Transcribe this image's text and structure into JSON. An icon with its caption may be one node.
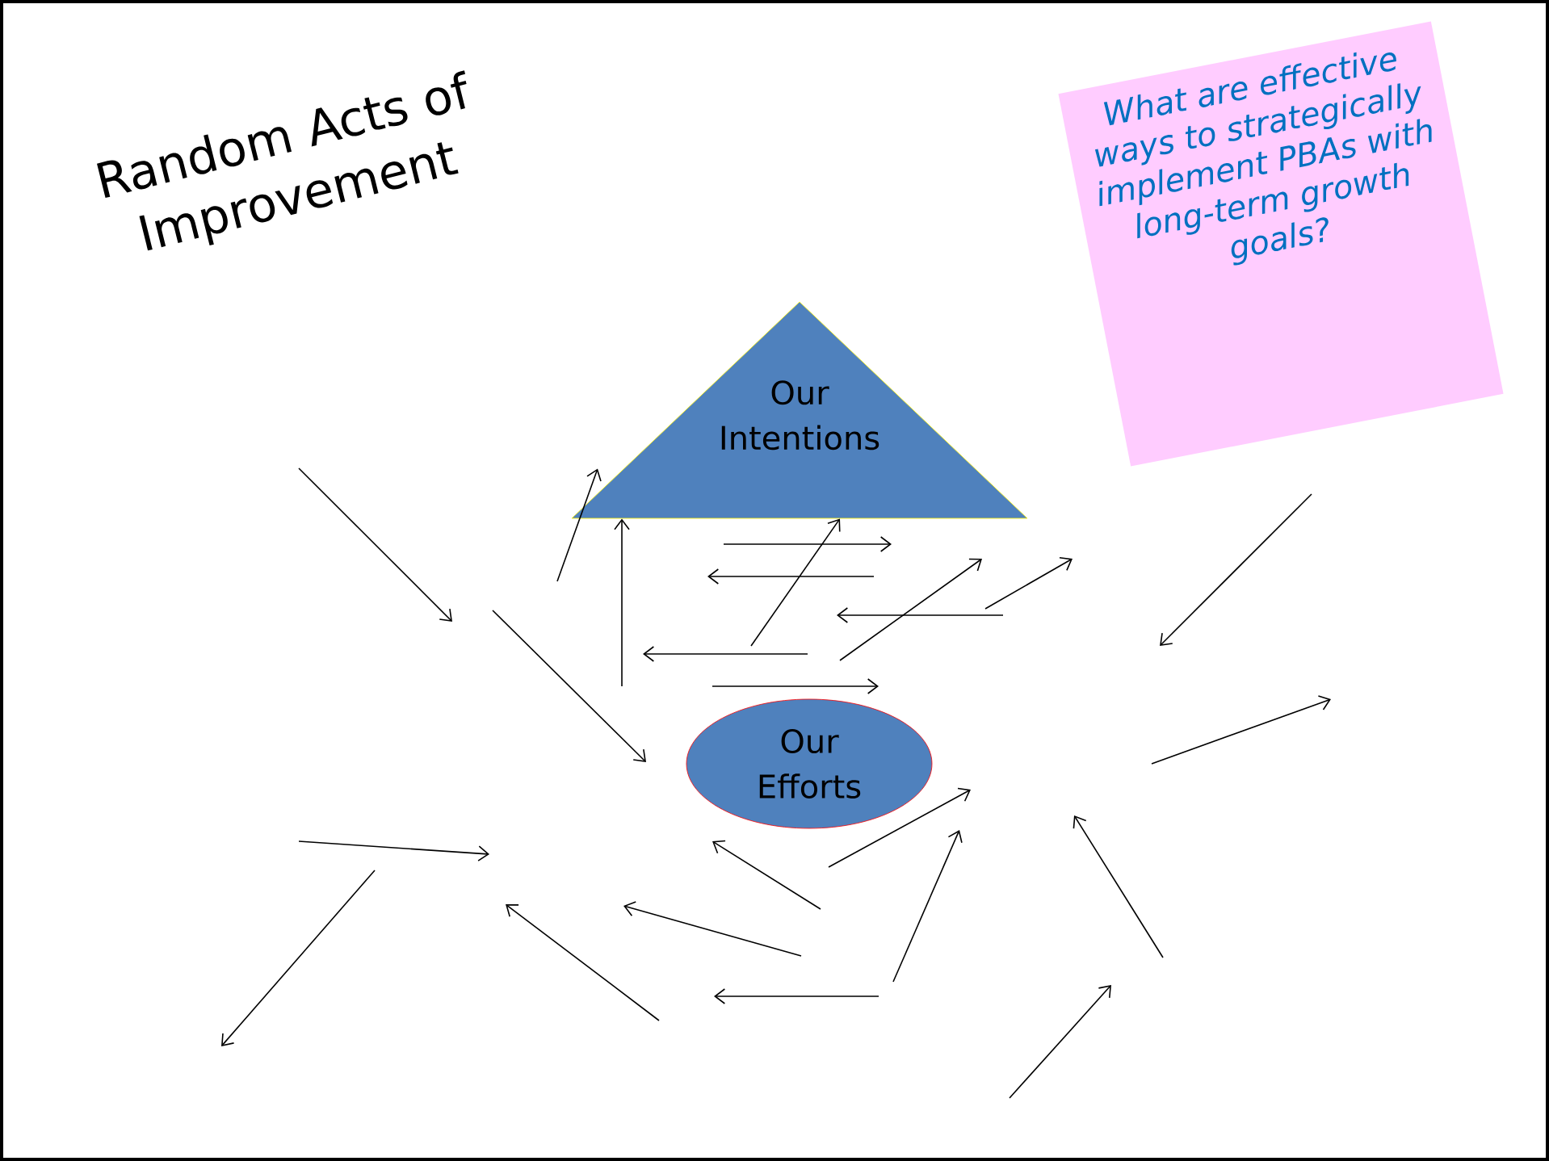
{
  "diagram": {
    "title": "Random Acts of Improvement",
    "nodes": [
      {
        "text": [
          "What are effective ways to strategically implement PBAs with long-term growth goals?"
        ]
      },
      {
        "text": [
          "Our Intentions"
        ]
      },
      {
        "text": [
          "Our Efforts"
        ]
      }
    ],
    "edges": [
      {
        "from": null,
        "to": 1,
        "arrow": "to"
      },
      {
        "from": null,
        "to": 1,
        "arrow": "to"
      },
      {
        "from": null,
        "to": 1,
        "arrow": "to"
      }
    ]
  }
}
